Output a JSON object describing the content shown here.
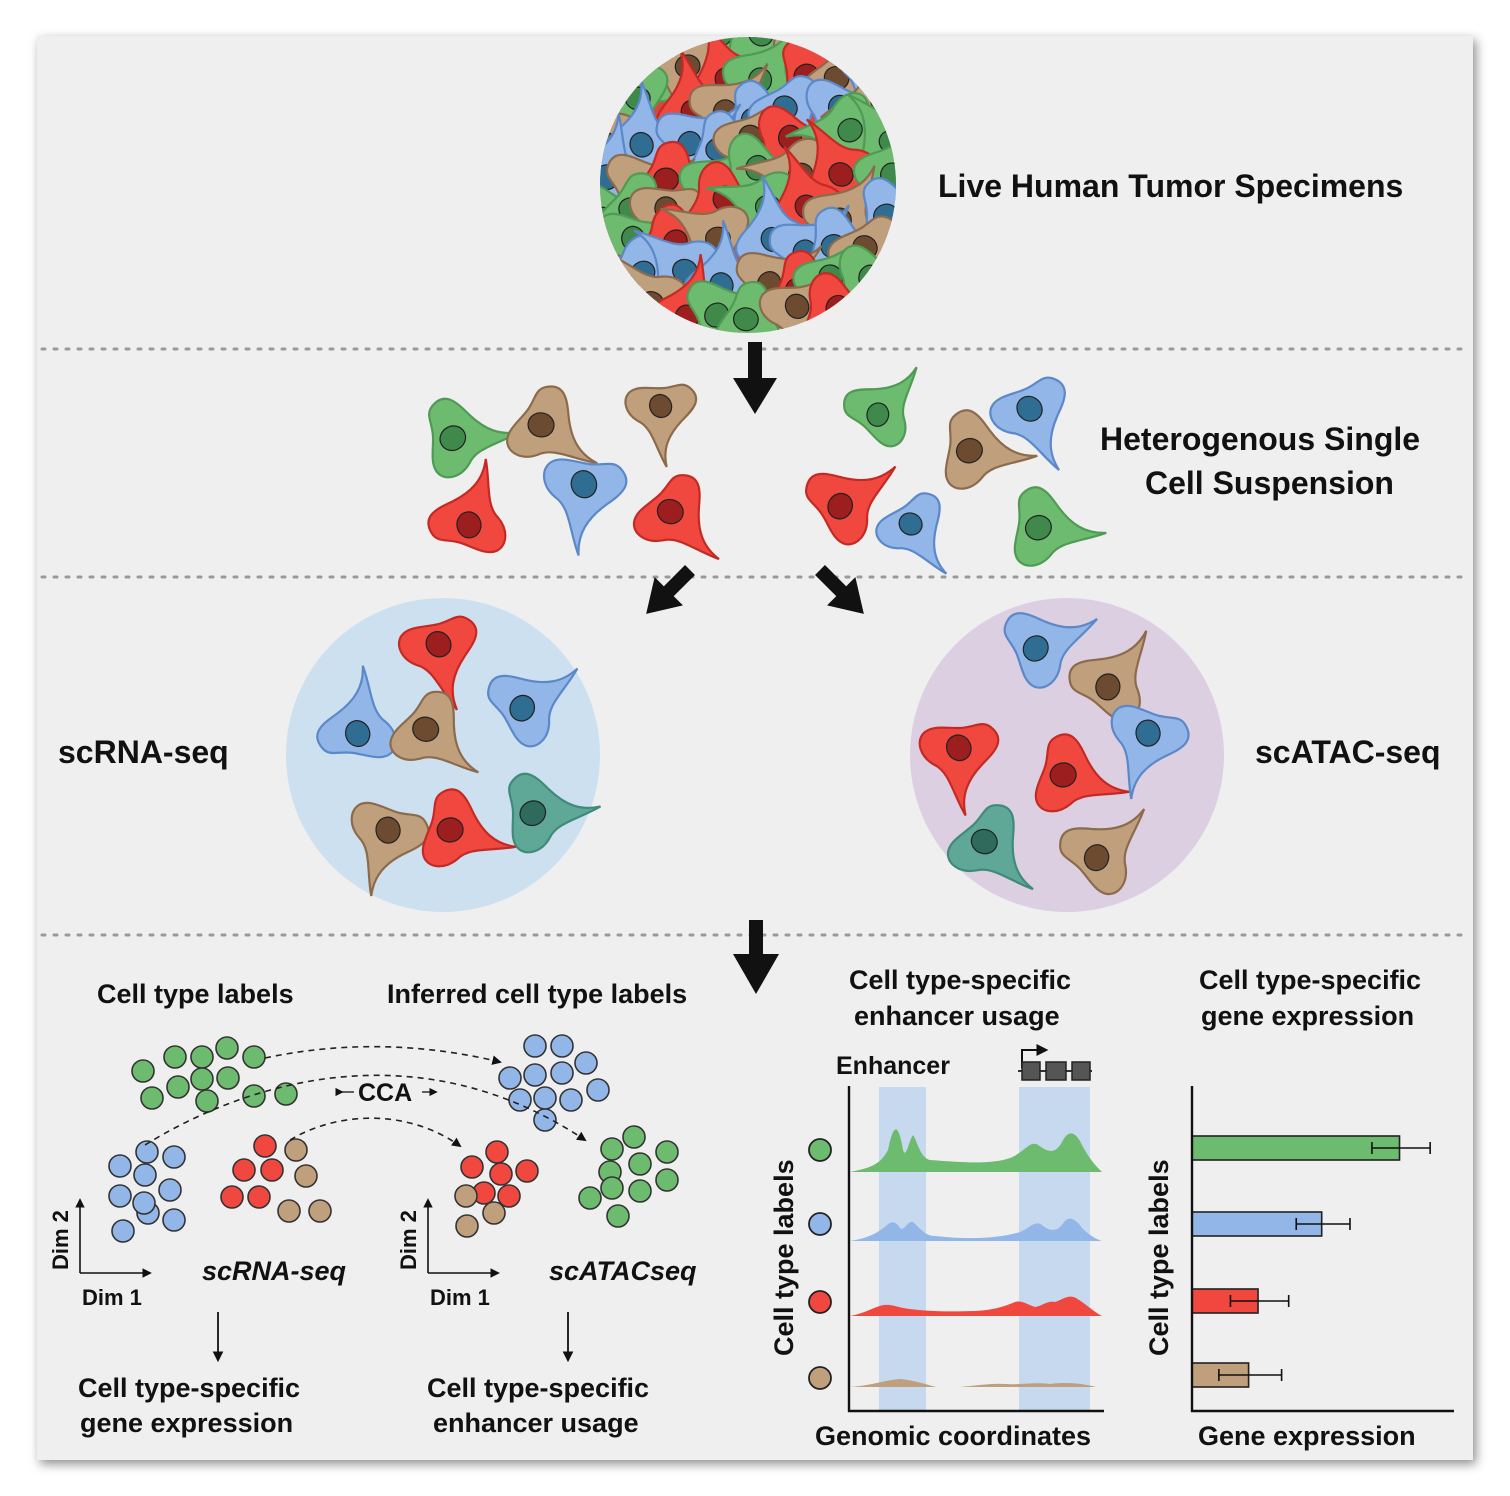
{
  "labels": {
    "tumor": "Live Human Tumor Specimens",
    "suspension_line1": "Heterogenous Single",
    "suspension_line2": "Cell Suspension",
    "scrna": "scRNA-seq",
    "scatac": "scATAC-seq",
    "cell_type_labels": "Cell type labels",
    "inferred_labels": "Inferred cell type labels",
    "cca": "CCA",
    "dim1": "Dim 1",
    "dim2": "Dim 2",
    "scrna_italic": "scRNA-seq",
    "scatac_italic": "scATACseq",
    "out_rna_line1": "Cell type-specific",
    "out_rna_line2": "gene expression",
    "out_atac_line1": "Cell type-specific",
    "out_atac_line2": "enhancer usage",
    "enh_title_line1": "Cell type-specific",
    "enh_title_line2": "enhancer usage",
    "enhancer": "Enhancer",
    "genomic_coordinates": "Genomic coordinates",
    "cell_type_labels_axis": "Cell type labels",
    "gex_title_line1": "Cell type-specific",
    "gex_title_line2": "gene expression",
    "gene_expression": "Gene expression"
  },
  "colors": {
    "green": "#6dbb6e",
    "blue": "#93b6e8",
    "red": "#f0483f",
    "tan": "#bf9f7c",
    "teal": "#5fa796",
    "rna_circle": "#cde0ef",
    "atac_circle": "#dccfe2",
    "enhancer_band": "#c6d9ee"
  },
  "chart_data": {
    "type": "bar",
    "categories": [
      "green",
      "blue",
      "red",
      "tan"
    ],
    "values": [
      0.88,
      0.55,
      0.28,
      0.24
    ],
    "errors": [
      0.13,
      0.12,
      0.13,
      0.14
    ],
    "xlim": [
      0,
      1
    ],
    "xlabel": "Gene expression",
    "ylabel": "Cell type labels"
  }
}
